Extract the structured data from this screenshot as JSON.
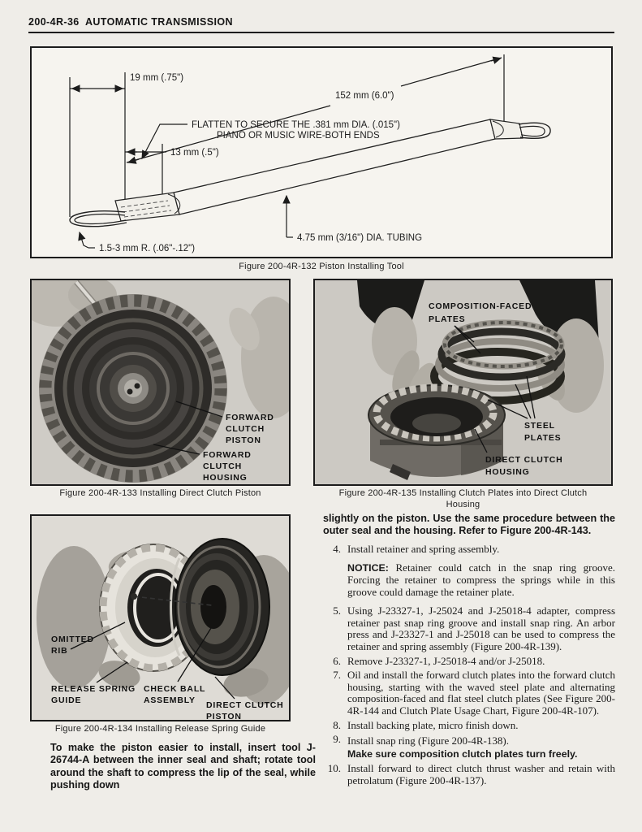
{
  "theme": {
    "ink": "#1a1a1a",
    "paper": "#efede8",
    "photo_gray": "#ccc9c3"
  },
  "header": {
    "title": "200-4R-36  AUTOMATIC TRANSMISSION"
  },
  "fig_tool": {
    "caption": "Figure 200-4R-132 Piston Installing Tool",
    "labels": {
      "dim19": "19 mm (.75\")",
      "dim152": "152 mm (6.0\")",
      "flatten1": "FLATTEN TO SECURE THE .381 mm DIA. (.015\")",
      "flatten2": "PIANO OR MUSIC WIRE-BOTH ENDS",
      "dim13": "13 mm (.5\")",
      "tubing": "4.75 mm (3/16\") DIA. TUBING",
      "radius": "1.5-3 mm R. (.06\"-.12\")"
    }
  },
  "fig_133": {
    "caption": "Figure 200-4R-133 Installing Direct Clutch Piston",
    "labels": {
      "piston": [
        "FORWARD",
        "CLUTCH",
        "PISTON"
      ],
      "housing": [
        "FORWARD",
        "CLUTCH",
        "HOUSING"
      ]
    }
  },
  "fig_135": {
    "caption_line1": "Figure 200-4R-135 Installing Clutch Plates into Direct Clutch",
    "caption_line2": "Housing",
    "labels": {
      "composition": [
        "COMPOSITION-FACED",
        "PLATES"
      ],
      "steel": [
        "STEEL",
        "PLATES"
      ],
      "housing": [
        "DIRECT CLUTCH",
        "HOUSING"
      ]
    }
  },
  "fig_134": {
    "caption": "Figure 200-4R-134 Installing Release Spring Guide",
    "labels": {
      "omitted_rib": [
        "OMITTED",
        "RIB"
      ],
      "release_spring": [
        "RELEASE SPRING",
        "GUIDE"
      ],
      "check_ball": [
        "CHECK BALL",
        "ASSEMBLY"
      ],
      "piston": [
        "DIRECT CLUTCH",
        "PISTON"
      ]
    }
  },
  "left_column": {
    "continuation_bold": "To make the piston easier to install, insert tool J-26744-A between the inner seal and shaft; rotate tool around the shaft to compress the lip of the seal, while pushing down"
  },
  "right_column": {
    "continuation_bold": "slightly on the piston. Use the same procedure between the outer seal and the housing. Refer to Figure 200-4R-143.",
    "notice_label": "NOTICE:",
    "notice_text": " Retainer could catch in the snap ring groove. Forcing the retainer to compress the springs while in this groove could damage the retainer plate.",
    "steps": [
      {
        "num": "4.",
        "text": "Install retainer and spring assembly."
      },
      {
        "num": "5.",
        "text": "Using J-23327-1, J-25024 and J-25018-4 adapter, compress retainer past snap ring groove and install snap ring. An arbor press and J-23327-1 and J-25018 can be used to compress the retainer and spring assembly (Figure 200-4R-139)."
      },
      {
        "num": "6.",
        "text": "Remove J-23327-1, J-25018-4 and/or J-25018."
      },
      {
        "num": "7.",
        "text": "Oil and install the forward clutch plates into the forward clutch housing, starting with the waved steel plate and alternating composition-faced and flat steel clutch plates (See Figure 200-4R-144 and Clutch Plate Usage Chart, Figure 200-4R-107)."
      },
      {
        "num": "8.",
        "text": "Install backing plate, micro finish down."
      },
      {
        "num": "9.",
        "text": "Install snap ring (Figure 200-4R-138).",
        "note": "Make sure composition clutch plates turn freely."
      },
      {
        "num": "10.",
        "text": "Install forward to direct clutch thrust washer and retain with petrolatum (Figure 200-4R-137)."
      }
    ]
  }
}
